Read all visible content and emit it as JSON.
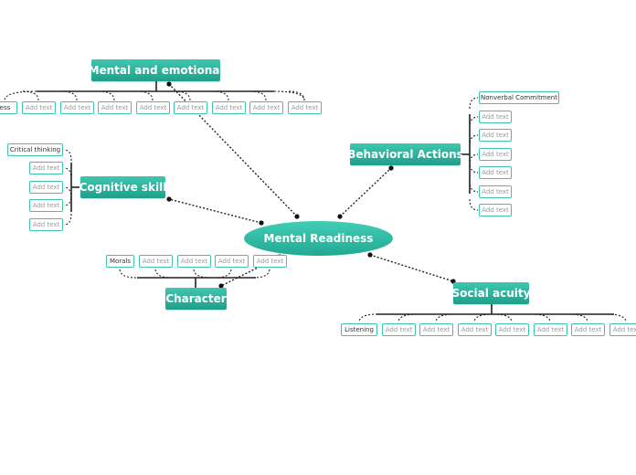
{
  "central": "Mental Readiness",
  "topics": {
    "mental": {
      "label": "Mental and emotional",
      "items": [
        "Stress",
        "Add text",
        "Add text",
        "Add text",
        "Add text",
        "Add text",
        "Add text",
        "Add text",
        "Add text"
      ]
    },
    "behavioral": {
      "label": "Behavioral Actions",
      "items": [
        "Nonverbal Commitment",
        "Add text",
        "Add text",
        "Add text",
        "Add text",
        "Add text",
        "Add text"
      ]
    },
    "cognitive": {
      "label": "Cognitive skill",
      "items": [
        "Critical thinking",
        "Add text",
        "Add text",
        "Add text",
        "Add text"
      ]
    },
    "character": {
      "label": "Character",
      "items": [
        "Morals",
        "Add text",
        "Add text",
        "Add text",
        "Add text"
      ]
    },
    "social": {
      "label": "Social acuity",
      "items": [
        "Listening",
        "Add text",
        "Add text",
        "Add text",
        "Add text",
        "Add text",
        "Add text",
        "Add text"
      ]
    }
  }
}
